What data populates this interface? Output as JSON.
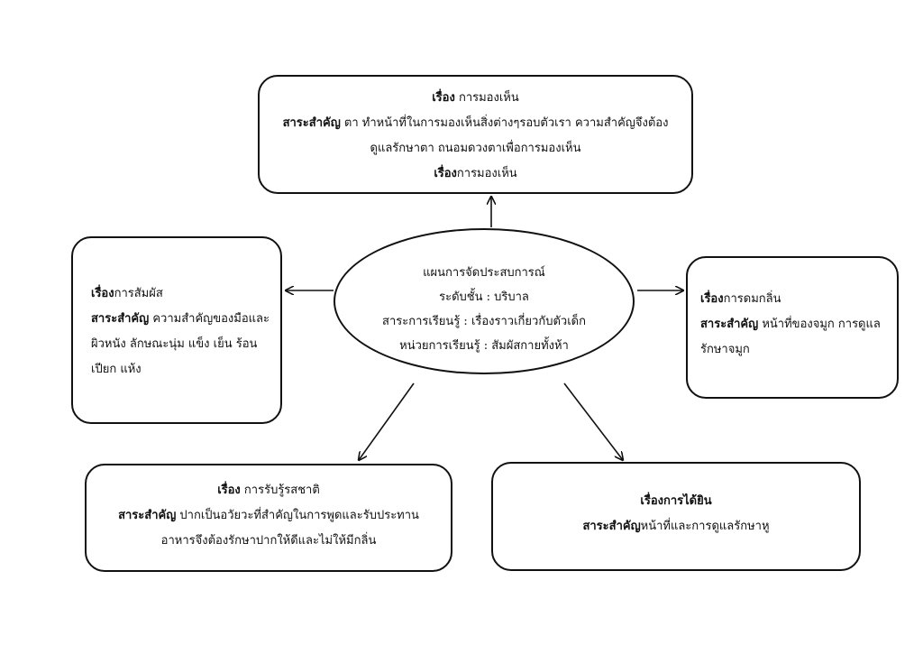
{
  "center": {
    "line1": "แผนการจัดประสบการณ์",
    "line2": "ระดับชั้น : บริบาล",
    "line3": "สาระการเรียนรู้ : เรื่องราวเกี่ยวกับตัวเด็ก",
    "line4": "หน่วยการเรียนรู้ : สัมผัสกายทั้งห้า"
  },
  "top": {
    "topic_label": "เรื่อง",
    "topic": " การมองเห็น",
    "essence_label": "สาระสำคัญ",
    "essence_line1": " ตา ทำหน้าที่ในการมองเห็นสิ่งต่างๆรอบตัวเรา ความสำคัญจึงต้อง",
    "essence_line2": "ดูแลรักษาตา ถนอมดวงตาเพื่อการมองเห็น",
    "repeat_label": "เรื่อง",
    "repeat_topic": "การมองเห็น"
  },
  "left": {
    "topic_label": "เรื่อง",
    "topic": "การสัมผัส",
    "essence_label": "สาระสำคัญ",
    "essence_line1": "  ความสำคัญของมือและ",
    "essence_line2": "ผิวหนัง ลักษณะนุ่ม แข็ง เย็น ร้อน",
    "essence_line3": "เปียก แห้ง"
  },
  "right": {
    "topic_label": "เรื่อง",
    "topic": "การดมกลิ่น",
    "essence_label": "สาระสำคัญ",
    "essence_line1": "  หน้าที่ของจมูก การดูแล",
    "essence_line2": "รักษาจมูก"
  },
  "bottom_left": {
    "topic_label": "เรื่อง",
    "topic": " การรับรู้รสชาติ",
    "essence_label": "สาระสำคัญ",
    "essence_line1": " ปากเป็นอวัยวะที่สำคัญในการพูดและรับประทาน",
    "essence_line2": "อาหารจึงต้องรักษาปากให้ดีและไม่ให้มีกลิ่น"
  },
  "bottom_right": {
    "topic_label": "เรื่องการได้ยิน",
    "essence_label": "สาระสำคัญ",
    "essence_line1": "หน้าที่และการดูแลรักษาหู"
  }
}
